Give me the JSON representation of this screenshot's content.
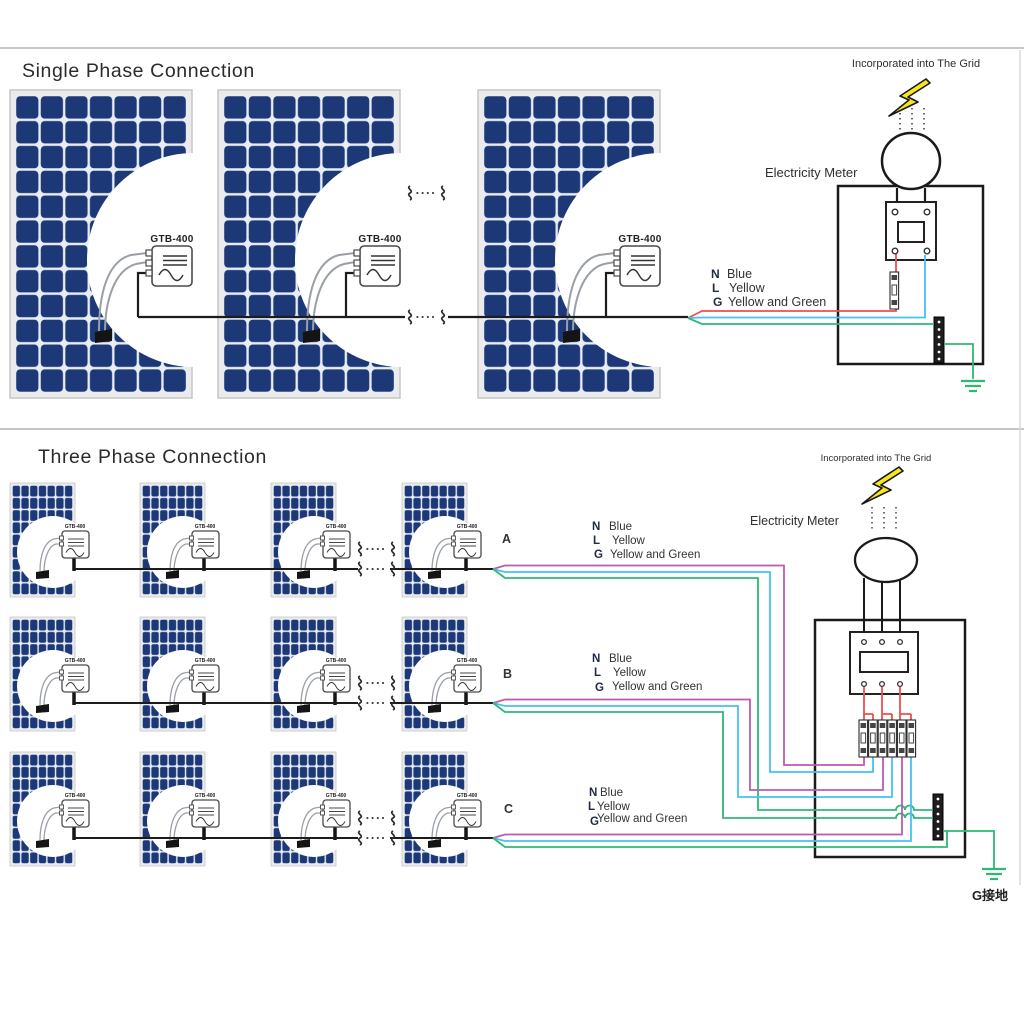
{
  "colors": {
    "wire_red": "#ee4f4f",
    "wire_blue": "#45c1f2",
    "wire_green": "#2fb875",
    "wire_pink": "#bb5bb0",
    "wire_black": "#1c1c1c",
    "panel_cell_navy": "#1c3876",
    "lightning_yellow": "#f8e71c"
  },
  "single_phase": {
    "title": "Single Phase Connection",
    "grid_label": "Incorporated into The Grid",
    "meter_label": "Electricity Meter",
    "inverter_model": "GTB-400",
    "legend": [
      {
        "key": "N",
        "value": "Blue"
      },
      {
        "key": "L",
        "value": "Yellow"
      },
      {
        "key": "G",
        "value": "Yellow and Green"
      }
    ]
  },
  "three_phase": {
    "title": "Three Phase Connection",
    "grid_label": "Incorporated into The Grid",
    "meter_label": "Electricity Meter",
    "inverter_model": "GTB-400",
    "phase_labels": [
      "A",
      "B",
      "C"
    ],
    "legend": [
      {
        "key": "N",
        "value": "Blue"
      },
      {
        "key": "L",
        "value": "Yellow"
      },
      {
        "key": "G",
        "value": "Yellow and Green"
      }
    ],
    "ground_label": "G接地"
  }
}
